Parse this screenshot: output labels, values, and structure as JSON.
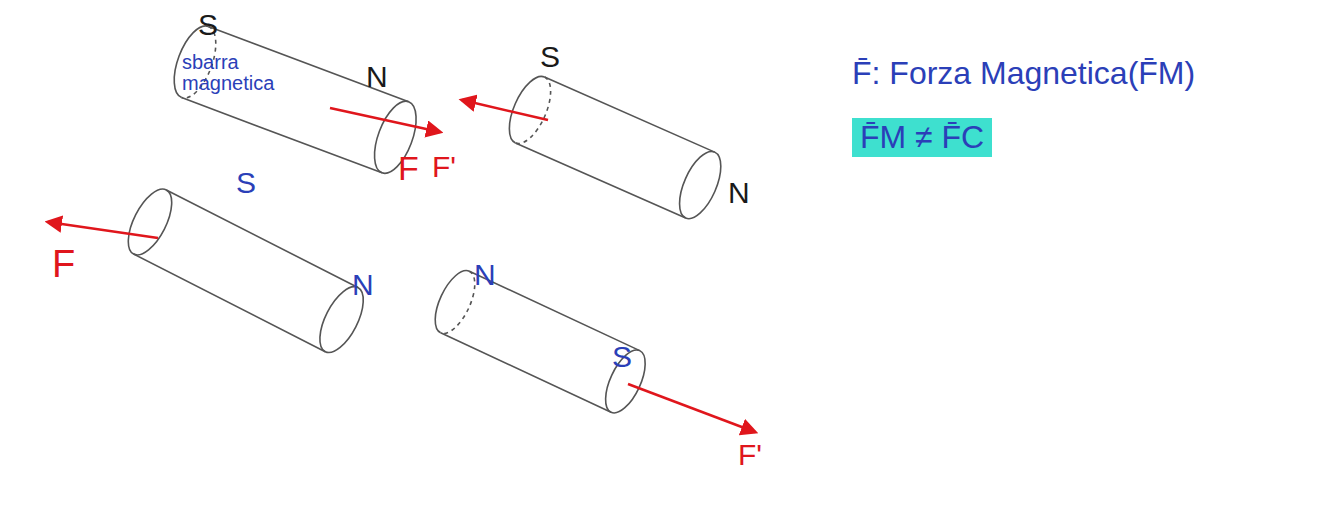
{
  "diagram": {
    "nodes": [
      {
        "text": [
          "sbarra magnetica"
        ]
      }
    ],
    "labels": [
      "S",
      "N",
      "F",
      "S",
      "F'",
      "N",
      "F̄: Forza Magnetica(F̄M)",
      "F̄M ≠ F̄C",
      "S",
      "N",
      "F",
      "N",
      "S",
      "F'"
    ]
  }
}
